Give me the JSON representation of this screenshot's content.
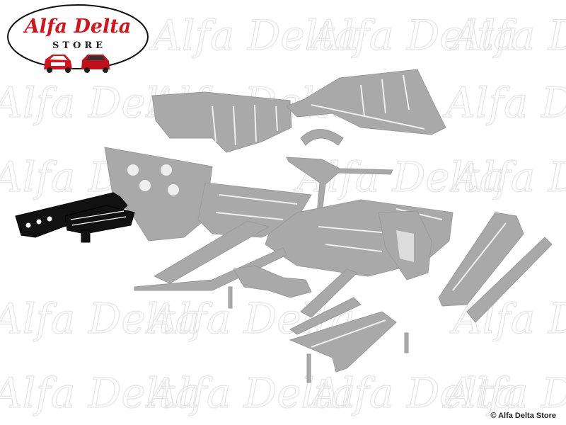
{
  "logo": {
    "title": "Alfa Delta",
    "subtitle": "STORE"
  },
  "watermark": {
    "text": "Alfa Delta"
  },
  "diagram": {
    "parts": [
      "floor-tunnel-rear",
      "floor-tunnel-front",
      "tunnel-arch",
      "crossmember-bar",
      "front-bulkhead",
      "front-floor-panel",
      "rear-floor-panel",
      "rear-pillar",
      "left-sill",
      "right-sill",
      "rear-sill-outer",
      "center-bracket",
      "rear-bracket",
      "jacking-point-front",
      "jacking-point-rear",
      "bolt-left",
      "bolt-center",
      "bolt-right"
    ],
    "highlighted_part": "front-frame-rail"
  },
  "copyright": "© Alfa Delta Store",
  "colors": {
    "part": "#a9a9a9",
    "highlight": "#111111",
    "brand_red": "#d2141c",
    "watermark": "#e6e6e6"
  }
}
